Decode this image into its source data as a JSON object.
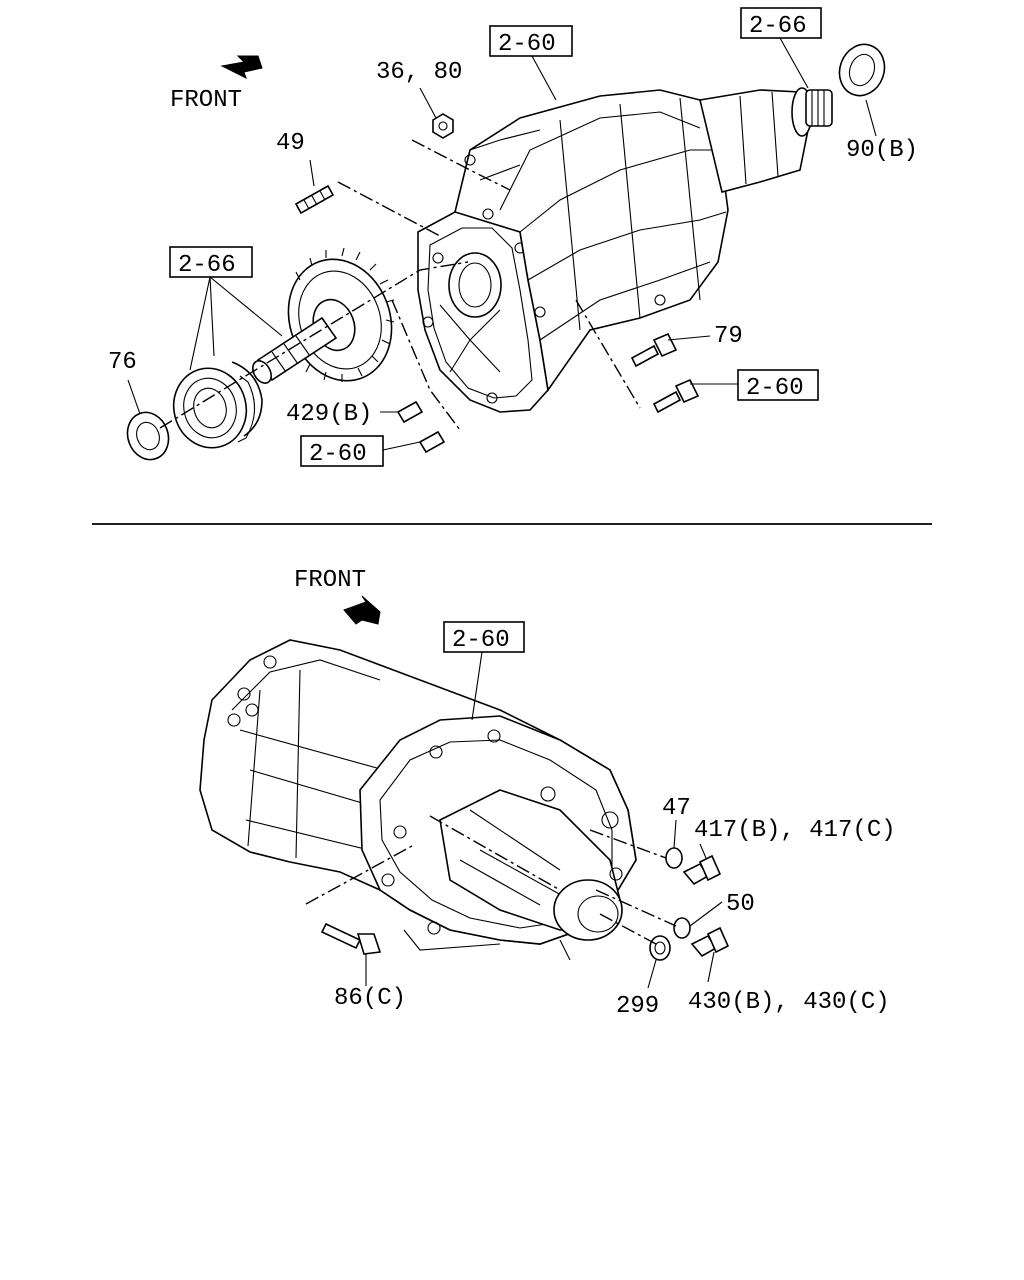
{
  "top": {
    "front_label": "FRONT",
    "labels": {
      "l_36_80": "36, 80",
      "l_49": "49",
      "l_79": "79",
      "l_76": "76",
      "l_429b": "429(B)",
      "l_90b": "90(B)"
    },
    "ref_boxes": {
      "box_top_left": "2-60",
      "box_top_right": "2-66",
      "box_mid_left": "2-66",
      "box_bolt": "2-60",
      "box_bottom": "2-60"
    }
  },
  "bottom": {
    "front_label": "FRONT",
    "labels": {
      "l_47": "47",
      "l_417": "417(B), 417(C)",
      "l_50": "50",
      "l_86c": "86(C)",
      "l_299": "299",
      "l_430": "430(B), 430(C)"
    },
    "ref_boxes": {
      "box_center": "2-60"
    }
  }
}
